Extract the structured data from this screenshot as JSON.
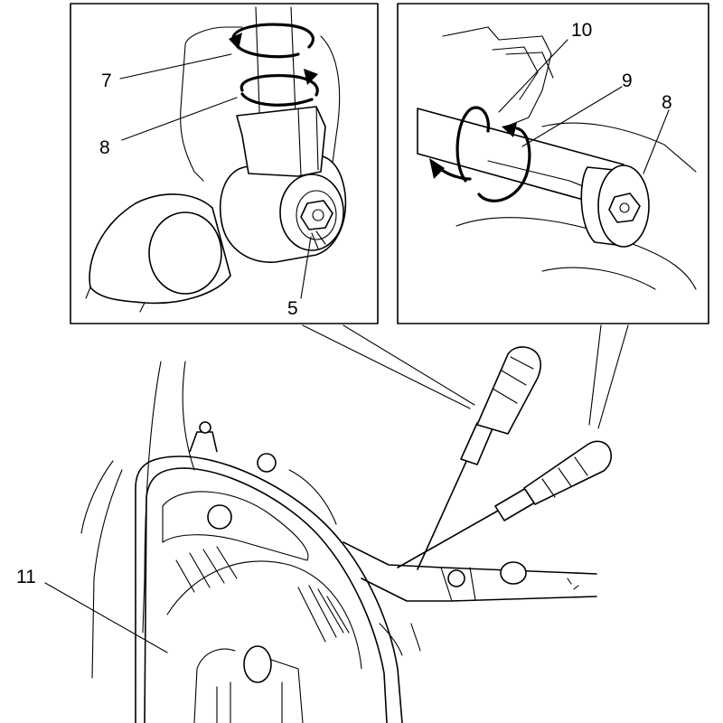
{
  "figure": {
    "callouts": {
      "c5": "5",
      "c7": "7",
      "c8_left": "8",
      "c8_right": "8",
      "c9": "9",
      "c10": "10",
      "c11": "11"
    }
  }
}
